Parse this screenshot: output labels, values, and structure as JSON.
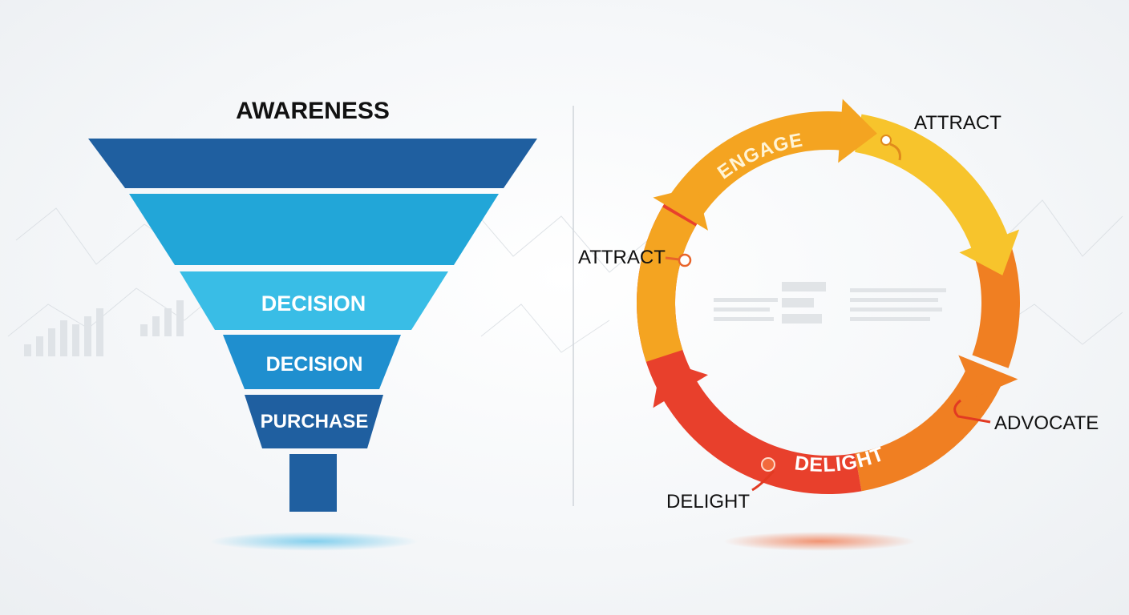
{
  "funnel": {
    "title": "AWARENESS",
    "stages": [
      {
        "label": "",
        "color": "#1f5fa0"
      },
      {
        "label": "",
        "color": "#22a6d8"
      },
      {
        "label": "DECISION",
        "color": "#39bde6"
      },
      {
        "label": "DECISION",
        "color": "#1f8fcf"
      },
      {
        "label": "PURCHASE",
        "color": "#1f5fa0"
      }
    ],
    "spout_color": "#1f5fa0"
  },
  "cycle": {
    "arc_labels": {
      "engage": "ENGAGE",
      "delight": "DELIGHT"
    },
    "callouts": {
      "attract_right": "ATTRACT",
      "attract_left": "ATTRACT",
      "advocate": "ADVOCATE",
      "delight": "DELIGHT"
    },
    "colors": {
      "yellow": "#f7c42c",
      "amber": "#f4a421",
      "orange": "#f07f22",
      "red": "#e8402c"
    }
  }
}
